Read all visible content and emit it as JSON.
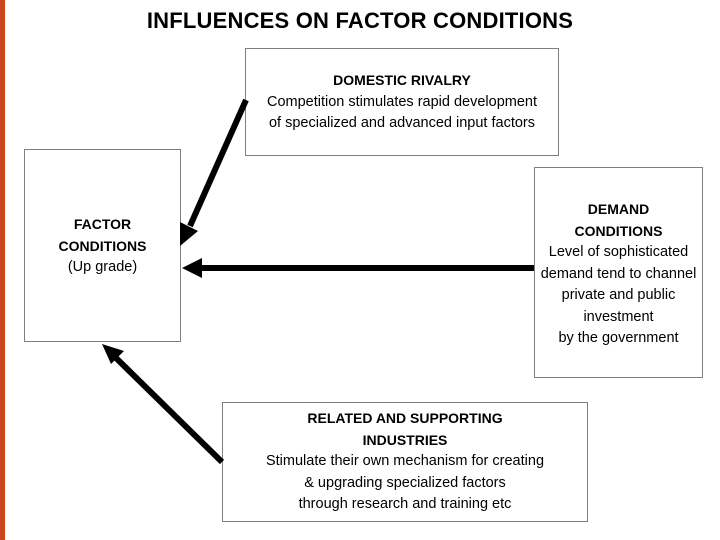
{
  "title": "INFLUENCES ON FACTOR CONDITIONS",
  "factor": {
    "heading_1": "FACTOR",
    "heading_2": "CONDITIONS",
    "sub": "(Up grade)"
  },
  "rivalry": {
    "heading": "DOMESTIC RIVALRY",
    "line_1": "Competition stimulates rapid development",
    "line_2": "of specialized and advanced input factors"
  },
  "demand": {
    "heading_1": "DEMAND",
    "heading_2": "CONDITIONS",
    "line_1": "Level of sophisticated",
    "line_2": "demand tend to channel",
    "line_3": "private and public",
    "line_4": "investment",
    "line_5": "by the government"
  },
  "related": {
    "heading_1": "RELATED AND SUPPORTING",
    "heading_2": "INDUSTRIES",
    "line_1": "Stimulate their own mechanism for creating",
    "line_2": "& upgrading specialized factors",
    "line_3": "through research and training etc"
  },
  "colors": {
    "accent_edge": "#c8471f",
    "arrow": "#000000",
    "box_border": "#7f7f7f"
  }
}
